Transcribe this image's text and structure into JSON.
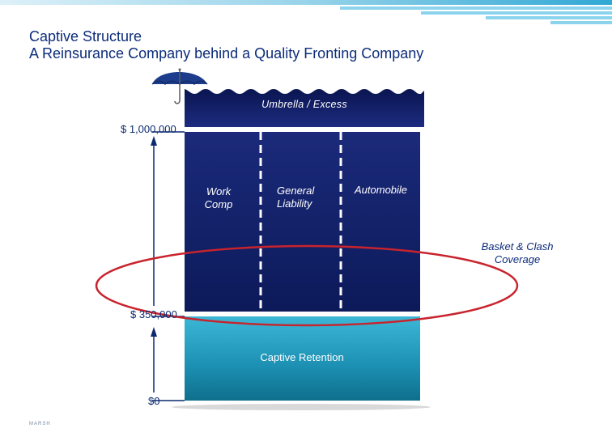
{
  "header": {
    "title": "Captive Structure",
    "subtitle": "A Reinsurance Company behind a Quality Fronting Company"
  },
  "layers": {
    "umbrella": "Umbrella / Excess",
    "columns": {
      "work_comp": "Work Comp",
      "general_liability": "General Liability",
      "automobile": "Automobile"
    },
    "captive": "Captive Retention"
  },
  "limits": {
    "top": "$ 1,000,000",
    "attachment": "$ 350,000",
    "bottom": "$0"
  },
  "basket": "Basket & Clash Coverage",
  "footer": {
    "logo": "MARSH"
  },
  "colors": {
    "navy": "#0d1a5c",
    "mid_navy": "#1d2b80",
    "teal": "#2aa3c4",
    "teal_dark": "#0e6f8c",
    "ellipse": "#c9232d",
    "header_band": "#1a9ed0"
  },
  "icons": [
    "umbrella-icon"
  ]
}
